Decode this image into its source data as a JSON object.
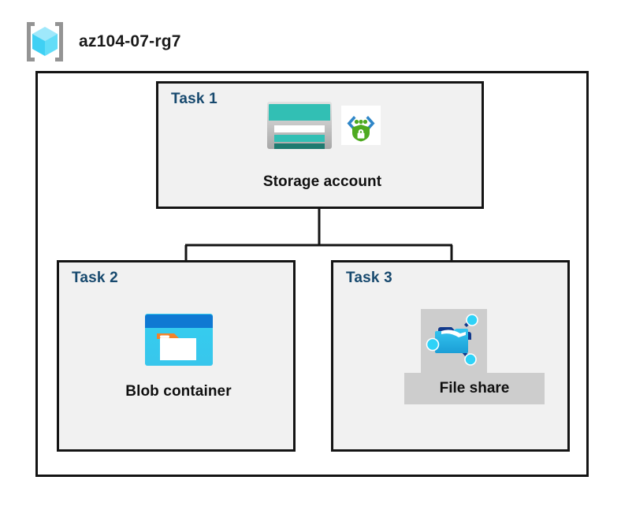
{
  "header": {
    "icon": "resource-group-icon",
    "title": "az104-07-rg7"
  },
  "colors": {
    "task_label": "#17496e",
    "box_border": "#141414",
    "box_fill": "#f1f1f1",
    "highlight_gray": "#cdcdcd",
    "storage_teal": "#32bfb4",
    "storage_dark_teal": "#1f7a70",
    "blob_blue": "#0f79d3",
    "blob_cyan": "#32c5f4",
    "blob_orange": "#f3832a",
    "fileshare_blue": "#29b6e8",
    "shield_green": "#4eaa20",
    "bracket_gray": "#949494",
    "cube_cyan": "#5ad7f7"
  },
  "container": {
    "name": "resource-group-container"
  },
  "tasks": [
    {
      "id": "task1",
      "label": "Task 1",
      "node": {
        "caption": "Storage account",
        "icon": "storage-account-icon",
        "badge_icon": "secure-endpoint-shield-icon"
      }
    },
    {
      "id": "task2",
      "label": "Task 2",
      "node": {
        "caption": "Blob container",
        "icon": "blob-container-icon"
      }
    },
    {
      "id": "task3",
      "label": "Task 3",
      "node": {
        "caption": "File share",
        "icon": "file-share-icon",
        "selected": true
      }
    }
  ],
  "connectors": [
    {
      "name": "storage-to-branch-trunk"
    },
    {
      "name": "branch-horizontal"
    },
    {
      "name": "branch-to-blob-container"
    },
    {
      "name": "branch-to-file-share"
    }
  ]
}
